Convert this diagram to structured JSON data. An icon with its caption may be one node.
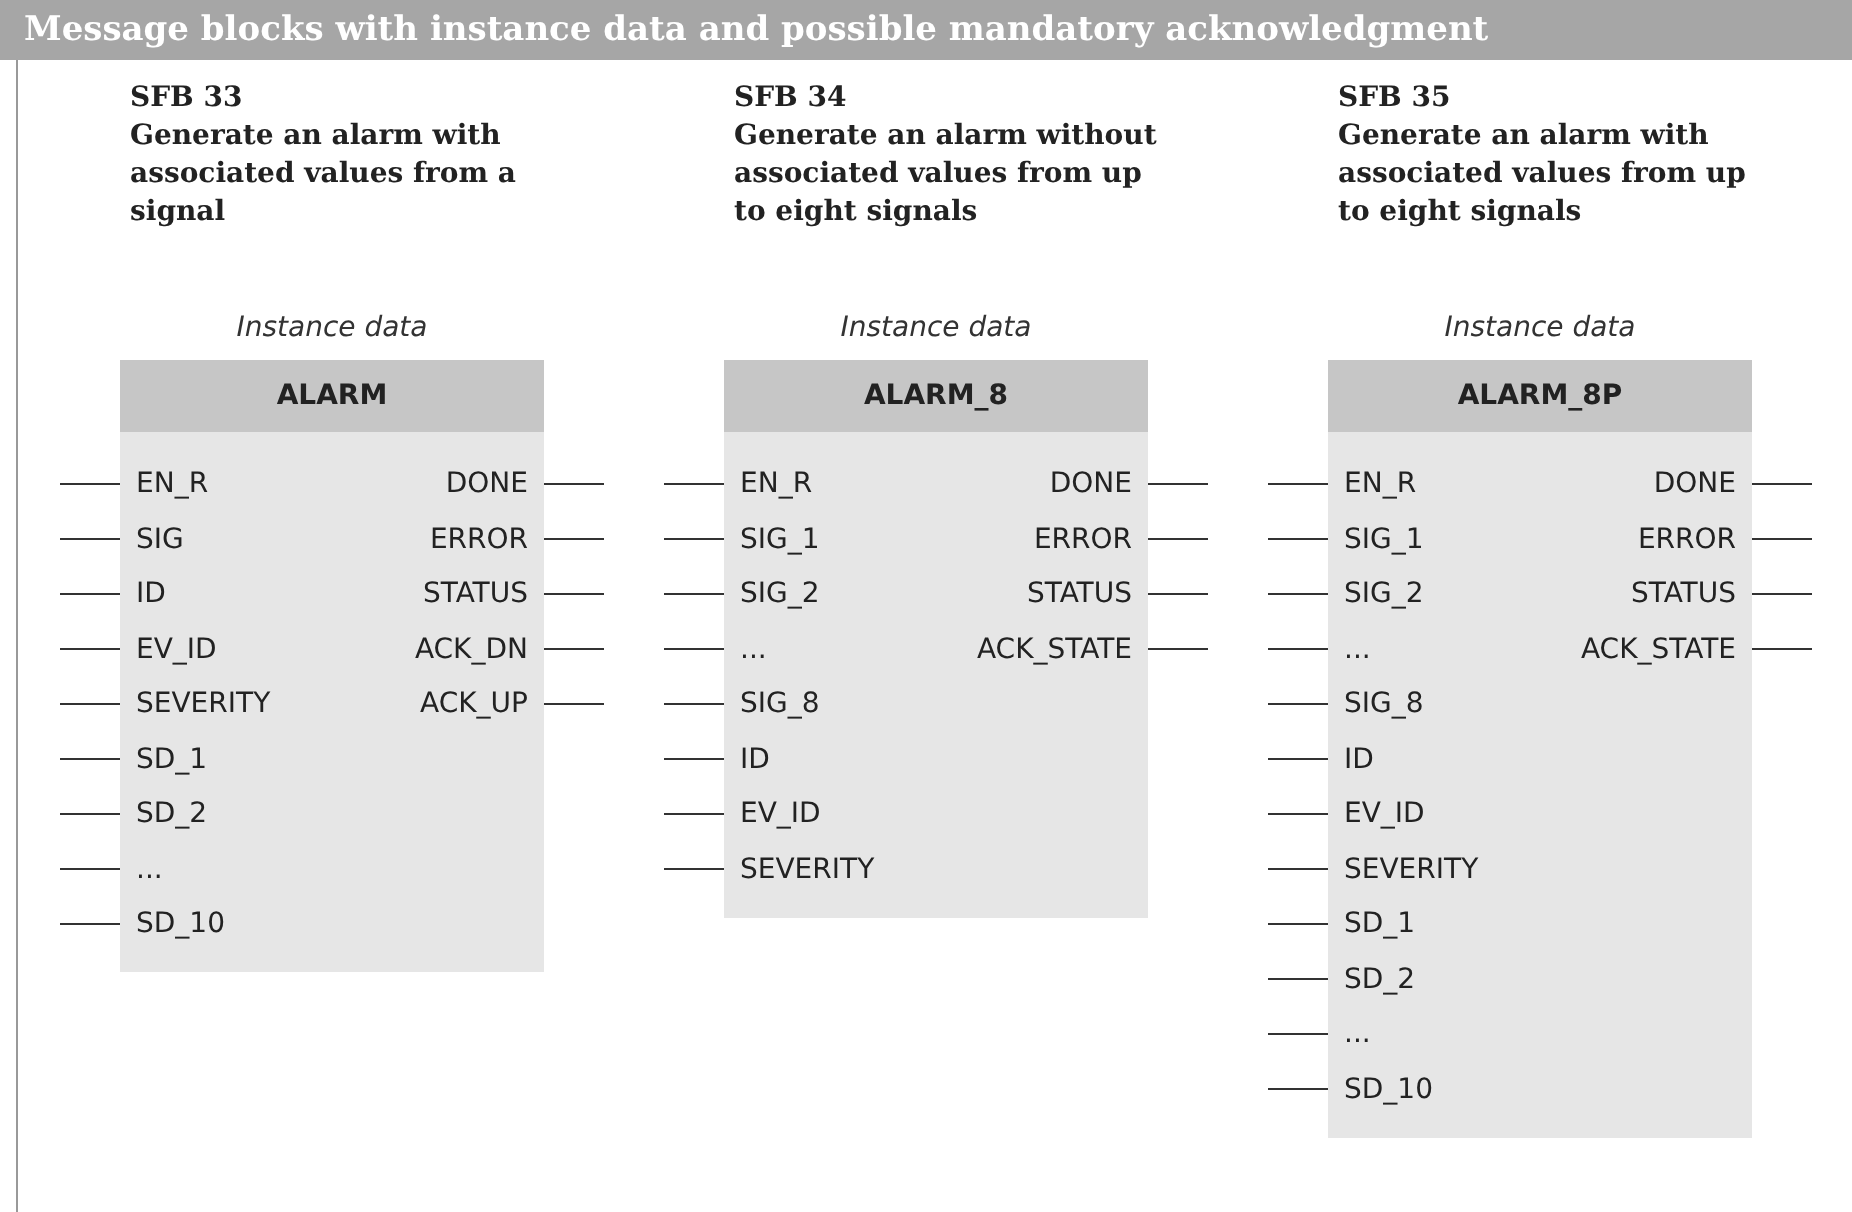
{
  "diagram": {
    "title": "Message blocks with instance data and possible mandatory acknowledgment",
    "nodes": [
      {
        "text": [
          "ALARM"
        ],
        "beside": [
          "SFB 33",
          "Generate an alarm with associated values from a signal",
          "Instance data"
        ]
      },
      {
        "text": [
          "EN_R"
        ],
        "in": 0
      },
      {
        "text": [
          "SIG"
        ],
        "in": 0
      },
      {
        "text": [
          "ID"
        ],
        "in": 0
      },
      {
        "text": [
          "EV_ID"
        ],
        "in": 0
      },
      {
        "text": [
          "SEVERITY"
        ],
        "in": 0
      },
      {
        "text": [
          "SD_1"
        ],
        "in": 0
      },
      {
        "text": [
          "SD_2"
        ],
        "in": 0
      },
      {
        "text": [
          "..."
        ],
        "in": 0
      },
      {
        "text": [
          "SD_10"
        ],
        "in": 0
      },
      {
        "text": [
          "DONE"
        ],
        "in": 0
      },
      {
        "text": [
          "ERROR"
        ],
        "in": 0
      },
      {
        "text": [
          "STATUS"
        ],
        "in": 0
      },
      {
        "text": [
          "ACK_DN"
        ],
        "in": 0
      },
      {
        "text": [
          "ACK_UP"
        ],
        "in": 0
      },
      {
        "text": [
          "ALARM_8"
        ],
        "beside": [
          "SFB 34",
          "Generate an alarm without associated values from up to eight signals",
          "Instance data"
        ]
      },
      {
        "text": [
          "EN_R"
        ],
        "in": 15
      },
      {
        "text": [
          "SIG_1"
        ],
        "in": 15
      },
      {
        "text": [
          "SIG_2"
        ],
        "in": 15
      },
      {
        "text": [
          "..."
        ],
        "in": 15
      },
      {
        "text": [
          "SIG_8"
        ],
        "in": 15
      },
      {
        "text": [
          "ID"
        ],
        "in": 15
      },
      {
        "text": [
          "EV_ID"
        ],
        "in": 15
      },
      {
        "text": [
          "SEVERITY"
        ],
        "in": 15
      },
      {
        "text": [
          "DONE"
        ],
        "in": 15
      },
      {
        "text": [
          "ERROR"
        ],
        "in": 15
      },
      {
        "text": [
          "STATUS"
        ],
        "in": 15
      },
      {
        "text": [
          "ACK_STATE"
        ],
        "in": 15
      },
      {
        "text": [
          "ALARM_8P"
        ],
        "beside": [
          "SFB 35",
          "Generate an alarm with associated values from up to eight signals",
          "Instance data"
        ]
      },
      {
        "text": [
          "EN_R"
        ],
        "in": 28
      },
      {
        "text": [
          "SIG_1"
        ],
        "in": 28
      },
      {
        "text": [
          "SIG_2"
        ],
        "in": 28
      },
      {
        "text": [
          "..."
        ],
        "in": 28
      },
      {
        "text": [
          "SIG_8"
        ],
        "in": 28
      },
      {
        "text": [
          "ID"
        ],
        "in": 28
      },
      {
        "text": [
          "EV_ID"
        ],
        "in": 28
      },
      {
        "text": [
          "SEVERITY"
        ],
        "in": 28
      },
      {
        "text": [
          "SD_1"
        ],
        "in": 28
      },
      {
        "text": [
          "SD_2"
        ],
        "in": 28
      },
      {
        "text": [
          "..."
        ],
        "in": 28
      },
      {
        "text": [
          "SD_10"
        ],
        "in": 28
      },
      {
        "text": [
          "DONE"
        ],
        "in": 28
      },
      {
        "text": [
          "ERROR"
        ],
        "in": 28
      },
      {
        "text": [
          "STATUS"
        ],
        "in": 28
      },
      {
        "text": [
          "ACK_STATE"
        ],
        "in": 28
      }
    ],
    "edges": [
      {
        "from": null,
        "to": 1,
        "arrow": "none"
      },
      {
        "from": null,
        "to": 2,
        "arrow": "none"
      },
      {
        "from": null,
        "to": 3,
        "arrow": "none"
      },
      {
        "from": null,
        "to": 4,
        "arrow": "none"
      },
      {
        "from": null,
        "to": 5,
        "arrow": "none"
      },
      {
        "from": null,
        "to": 6,
        "arrow": "none"
      },
      {
        "from": null,
        "to": 7,
        "arrow": "none"
      },
      {
        "from": null,
        "to": 8,
        "arrow": "none"
      },
      {
        "from": null,
        "to": 9,
        "arrow": "none"
      },
      {
        "from": 10,
        "to": null,
        "arrow": "none"
      },
      {
        "from": 11,
        "to": null,
        "arrow": "none"
      },
      {
        "from": 12,
        "to": null,
        "arrow": "none"
      },
      {
        "from": 13,
        "to": null,
        "arrow": "none"
      },
      {
        "from": 14,
        "to": null,
        "arrow": "none"
      },
      {
        "from": null,
        "to": 16,
        "arrow": "none"
      },
      {
        "from": null,
        "to": 17,
        "arrow": "none"
      },
      {
        "from": null,
        "to": 18,
        "arrow": "none"
      },
      {
        "from": null,
        "to": 19,
        "arrow": "none"
      },
      {
        "from": null,
        "to": 20,
        "arrow": "none"
      },
      {
        "from": null,
        "to": 21,
        "arrow": "none"
      },
      {
        "from": null,
        "to": 22,
        "arrow": "none"
      },
      {
        "from": null,
        "to": 23,
        "arrow": "none"
      },
      {
        "from": 24,
        "to": null,
        "arrow": "none"
      },
      {
        "from": 25,
        "to": null,
        "arrow": "none"
      },
      {
        "from": 26,
        "to": null,
        "arrow": "none"
      },
      {
        "from": 27,
        "to": null,
        "arrow": "none"
      },
      {
        "from": null,
        "to": 29,
        "arrow": "none"
      },
      {
        "from": null,
        "to": 30,
        "arrow": "none"
      },
      {
        "from": null,
        "to": 31,
        "arrow": "none"
      },
      {
        "from": null,
        "to": 32,
        "arrow": "none"
      },
      {
        "from": null,
        "to": 33,
        "arrow": "none"
      },
      {
        "from": null,
        "to": 34,
        "arrow": "none"
      },
      {
        "from": null,
        "to": 35,
        "arrow": "none"
      },
      {
        "from": null,
        "to": 36,
        "arrow": "none"
      },
      {
        "from": null,
        "to": 37,
        "arrow": "none"
      },
      {
        "from": null,
        "to": 38,
        "arrow": "none"
      },
      {
        "from": null,
        "to": 39,
        "arrow": "none"
      },
      {
        "from": null,
        "to": 40,
        "arrow": "none"
      },
      {
        "from": 41,
        "to": null,
        "arrow": "none"
      },
      {
        "from": 42,
        "to": null,
        "arrow": "none"
      },
      {
        "from": 43,
        "to": null,
        "arrow": "none"
      },
      {
        "from": 44,
        "to": null,
        "arrow": "none"
      }
    ]
  }
}
